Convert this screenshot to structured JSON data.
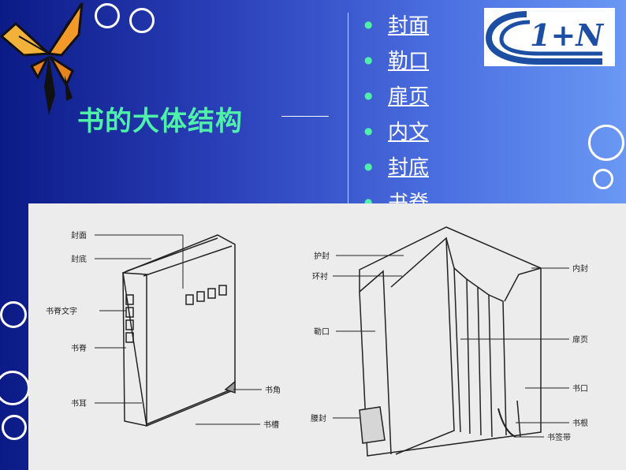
{
  "slide": {
    "title": "书的大体结构",
    "menu": [
      "封面",
      "勒口",
      "扉页",
      "内文",
      "封底",
      "书脊"
    ],
    "logo_text": "1+N"
  },
  "diagram": {
    "left_labels": [
      "封面",
      "封底",
      "书脊文字",
      "书脊",
      "书耳",
      "书角",
      "书槽"
    ],
    "right_labels": [
      "护封",
      "环衬",
      "勒口",
      "腰封",
      "内封",
      "扉页",
      "书口",
      "书根",
      "书签带"
    ]
  },
  "colors": {
    "title": "#4ff0a8",
    "background_dark": "#0b1a86",
    "background_light": "#6a98f4"
  }
}
